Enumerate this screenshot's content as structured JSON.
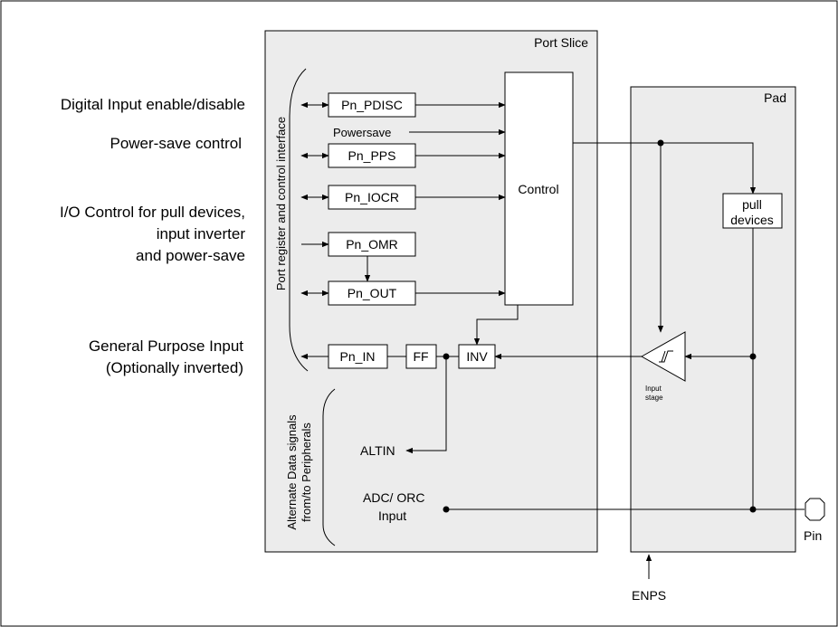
{
  "left_labels": {
    "digital_input": "Digital Input enable/disable",
    "power_save": "Power-save control",
    "io_control_1": "I/O Control for pull devices,",
    "io_control_2": "input inverter",
    "io_control_3": "and power-save",
    "gpi_1": "General Purpose Input",
    "gpi_2": "(Optionally  inverted)"
  },
  "port_slice": {
    "title": "Port Slice",
    "vertical_label": "Port register and control interface",
    "alt_label_1": "Alternate Data signals",
    "alt_label_2": "from/to Peripherals",
    "powersave": "Powersave",
    "control": "Control",
    "registers": {
      "pdisc": "Pn_PDISC",
      "pps": "Pn_PPS",
      "iocr": "Pn_IOCR",
      "omr": "Pn_OMR",
      "out": "Pn_OUT",
      "in": "Pn_IN"
    },
    "ff": "FF",
    "inv": "INV",
    "altin": "ALTIN",
    "adc_1": "ADC/ ORC",
    "adc_2": "Input"
  },
  "pad": {
    "title": "Pad",
    "pull_1": "pull",
    "pull_2": "devices",
    "input_stage_1": "Input",
    "input_stage_2": "stage",
    "pin": "Pin",
    "enps": "ENPS"
  }
}
